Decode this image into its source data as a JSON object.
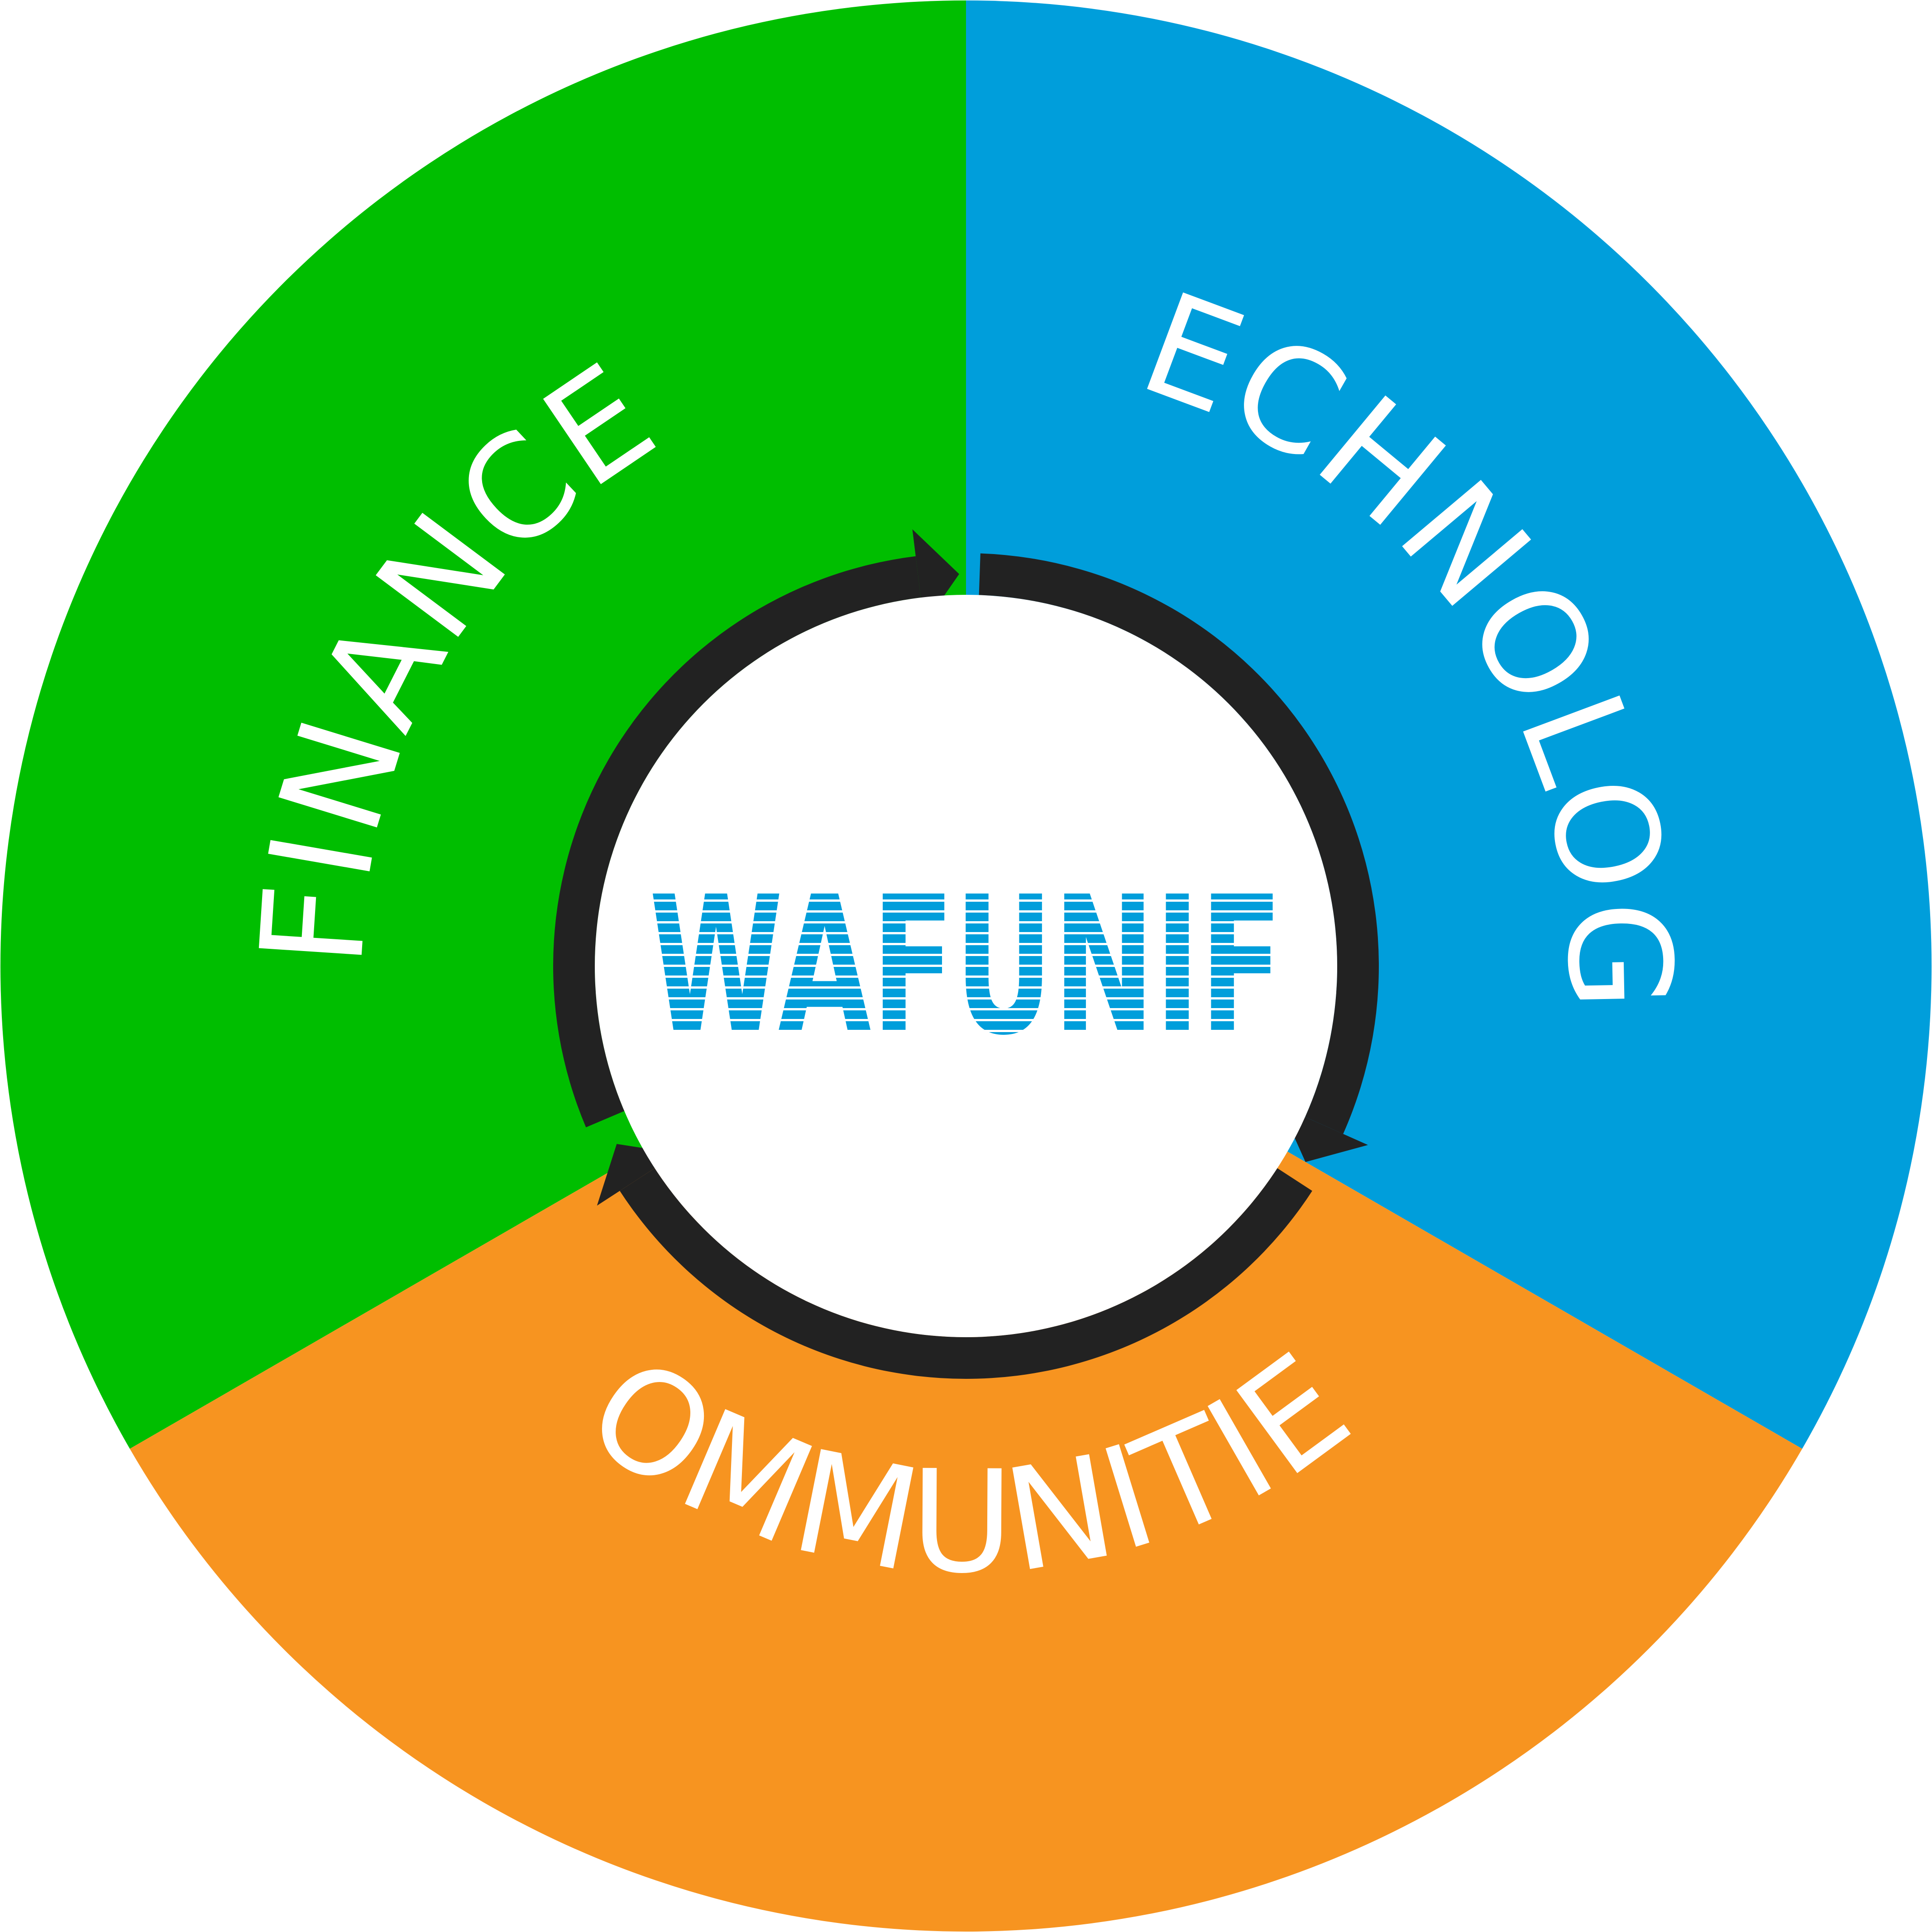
{
  "diagram": {
    "segments": [
      {
        "key": "finance",
        "label": "FINANCE",
        "color": "#00BE00"
      },
      {
        "key": "technology",
        "label": "TECHNOLOGY",
        "color": "#009EDB"
      },
      {
        "key": "communities",
        "label": "COMMUNITIES",
        "color": "#F79420"
      }
    ],
    "label_color": "#FFFFFF",
    "cycle_ring_color": "#222222",
    "center_fill": "#FFFFFF"
  },
  "logo": {
    "text": "WAFUNIF",
    "color": "#009EDB",
    "stripe_color": "#FFFFFF"
  }
}
